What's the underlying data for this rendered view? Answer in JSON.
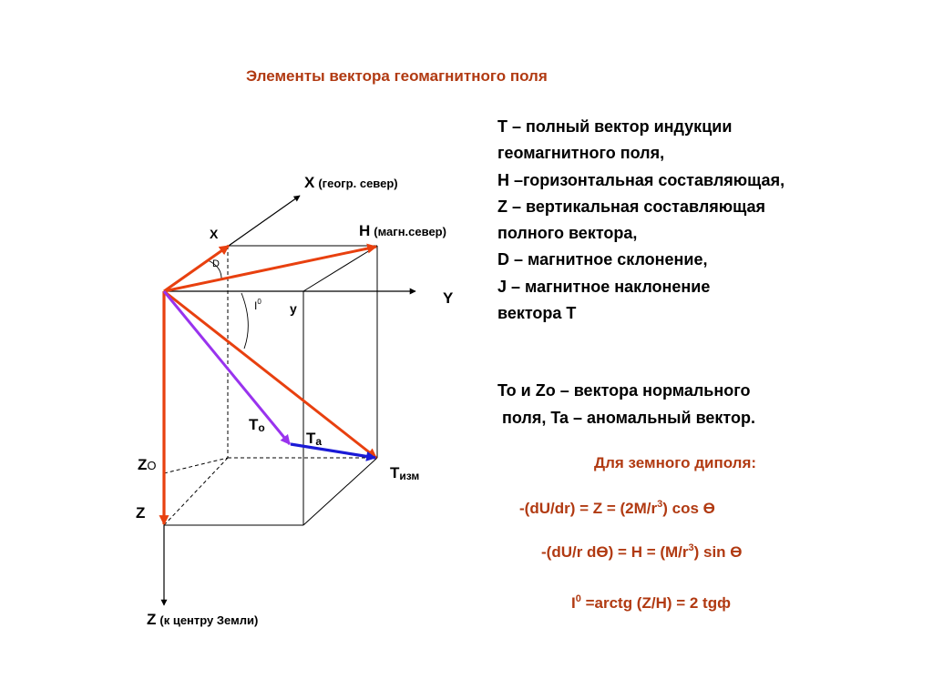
{
  "title": "Элементы вектора геомагнитного поля",
  "diagram": {
    "labels": {
      "x_axis": "X",
      "x_axis_note": "(геогр. север)",
      "h_vec": "H",
      "h_vec_note": "(магн.север)",
      "x_comp": "X",
      "d_angle": "D",
      "i_angle": "I",
      "i_angle_sup": "0",
      "y_comp": "y",
      "y_axis": "Y",
      "t_zero": "T",
      "t_zero_sub": "o",
      "t_anom": "T",
      "t_anom_sub": "a",
      "z_zero": "Z",
      "z_zero_sub": "O",
      "t_meas": "T",
      "t_meas_sub": "изм",
      "z_comp": "Z",
      "z_axis": "Z",
      "z_axis_note": "(к центру Земли)"
    },
    "colors": {
      "total_vector": "#e8400f",
      "normal_vector": "#9933ee",
      "anomaly_vector": "#1a1ad6",
      "edge": "#000000"
    }
  },
  "legend": [
    "T – полный вектор индукции",
    "геомагнитного поля,",
    "H –горизонтальная составляющая,",
    "Z – вертикальная составляющая",
    "полного вектора,",
    "D – магнитное склонение,",
    "J – магнитное наклонение",
    "вектора T"
  ],
  "normal_note": [
    "To и Zo – вектора нормального",
    " поля, Ta – аномальный вектор."
  ],
  "dipole": {
    "heading": "Для земного диполя:",
    "f1_a": "-(dU/dr) = Z = (2M/r",
    "f1_sup": "3",
    "f1_b": ") cos ϴ",
    "f2_a": "-(dU/r dϴ) = H = (M/r",
    "f2_sup": "3",
    "f2_b": ") sin ϴ",
    "f3_a": "I",
    "f3_sup": "0",
    "f3_b": " =arctg (Z/H) = 2 tgф"
  }
}
